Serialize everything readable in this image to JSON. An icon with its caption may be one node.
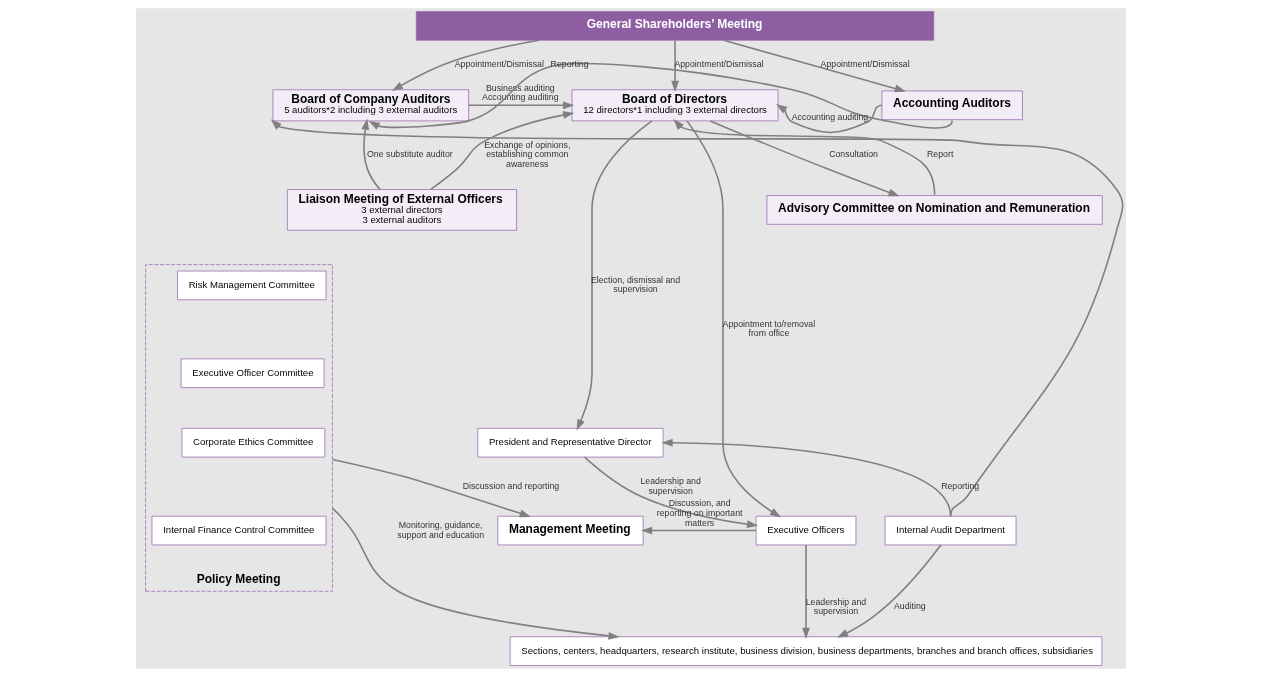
{
  "diagram": {
    "nodes": [
      {
        "text": [
          "General Shareholders’ Meeting"
        ]
      },
      {
        "text": [
          "Board of Company Auditors",
          "5 auditors*2 including 3 external auditors"
        ]
      },
      {
        "text": [
          "Board of Directors",
          "12 directors*1 including 3 external directors"
        ]
      },
      {
        "text": [
          "Accounting Auditors"
        ]
      },
      {
        "text": [
          "Liaison Meeting of External Officers",
          "3 external directors",
          "3 external auditors"
        ]
      },
      {
        "text": [
          "Advisory Committee on Nomination and Remuneration"
        ]
      },
      {
        "text": [
          "Policy Meeting"
        ]
      },
      {
        "text": [
          "Risk Management Committee"
        ],
        "in": 6
      },
      {
        "text": [
          "Executive Officer Committee"
        ],
        "in": 6
      },
      {
        "text": [
          "Corporate Ethics Committee"
        ],
        "in": 6
      },
      {
        "text": [
          "Internal Finance Control Committee"
        ],
        "in": 6
      },
      {
        "text": [
          "President and Representative Director"
        ]
      },
      {
        "text": [
          "Management Meeting"
        ]
      },
      {
        "text": [
          "Executive Officers"
        ]
      },
      {
        "text": [
          "Internal Audit Department"
        ]
      },
      {
        "text": [
          "Sections, centers, headquarters, research institute, business division, business departments, branches and branch offices, subsidiaries"
        ]
      }
    ],
    "edges": [
      {
        "from": 0,
        "to": 1,
        "arrow": "to",
        "label": "Appointment/Dismissal"
      },
      {
        "from": 0,
        "to": 2,
        "arrow": "to",
        "label": "Appointment/Dismissal"
      },
      {
        "from": 0,
        "to": 3,
        "arrow": "to",
        "label": "Appointment/Dismissal"
      },
      {
        "from": 1,
        "to": 2,
        "arrow": "to",
        "label": "Business auditing Accounting auditing"
      },
      {
        "from": 3,
        "to": 2,
        "arrow": "to",
        "label": "Accounting auditing"
      },
      {
        "from": 4,
        "to": 1,
        "arrow": "to",
        "label": "One substitute auditor"
      },
      {
        "from": 4,
        "to": 2,
        "arrow": "to",
        "label": "Exchange of opinions, establishing common awareness"
      },
      {
        "from": 2,
        "to": 5,
        "arrow": "to",
        "label": "Consultation"
      },
      {
        "from": 5,
        "to": 2,
        "arrow": "to",
        "label": "Report"
      },
      {
        "from": 2,
        "to": 11,
        "arrow": "to",
        "label": "Election, dismissal and supervision"
      },
      {
        "from": 2,
        "to": 13,
        "arrow": "to",
        "label": "Appointment to/removal from office"
      },
      {
        "from": 3,
        "to": 1,
        "arrow": "to",
        "label": "Reporting"
      },
      {
        "from": 14,
        "to": 1,
        "arrow": "to"
      },
      {
        "from": 14,
        "to": 11,
        "arrow": "to",
        "label": "Reporting"
      },
      {
        "from": 6,
        "to": 12,
        "arrow": "to",
        "label": "Discussion and reporting"
      },
      {
        "from": 11,
        "to": 13,
        "arrow": "to",
        "label": "Leadership and supervision"
      },
      {
        "from": 13,
        "to": 12,
        "arrow": "to",
        "label": "Discussion, and reporting on important matters"
      },
      {
        "from": 13,
        "to": 15,
        "arrow": "to",
        "label": "Leadership and supervision"
      },
      {
        "from": 14,
        "to": 15,
        "arrow": "to",
        "label": "Auditing"
      },
      {
        "from": 6,
        "to": 15,
        "arrow": "to",
        "label": "Monitoring, guidance, support and education"
      }
    ]
  }
}
